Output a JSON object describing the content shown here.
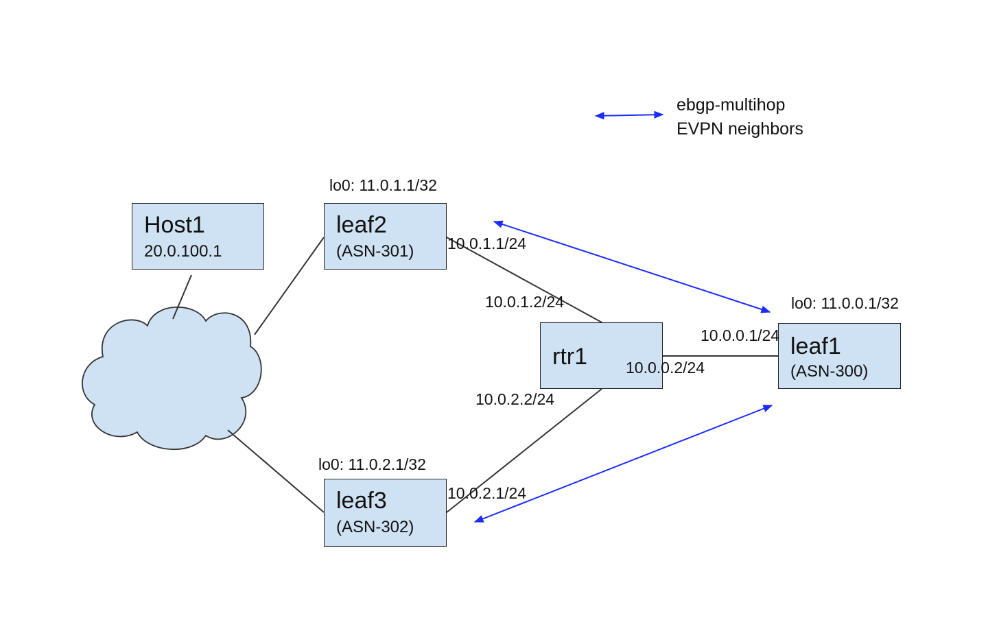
{
  "nodes": {
    "host1": {
      "name": "Host1",
      "sub": "20.0.100.1"
    },
    "leaf2": {
      "name": "leaf2",
      "sub": "(ASN-301)",
      "loopback": "lo0: 11.0.1.1/32"
    },
    "leaf3": {
      "name": "leaf3",
      "sub": "(ASN-302)",
      "loopback": "lo0: 11.0.2.1/32"
    },
    "rtr1": {
      "name": "rtr1"
    },
    "leaf1": {
      "name": "leaf1",
      "sub": "(ASN-300)",
      "loopback": "lo0: 11.0.0.1/32"
    }
  },
  "links": {
    "leaf2_rtr1": {
      "leaf2_ip": "10.0.1.1/24",
      "rtr1_ip": "10.0.1.2/24"
    },
    "leaf3_rtr1": {
      "leaf3_ip": "10.0.2.1/24",
      "rtr1_ip": "10.0.2.2/24"
    },
    "rtr1_leaf1": {
      "rtr1_ip": "10.0.0.2/24",
      "leaf1_ip": "10.0.0.1/24"
    }
  },
  "legend": {
    "line1": "ebgp-multihop",
    "line2": "EVPN neighbors",
    "arrow_color": "#1a2cff"
  },
  "colors": {
    "node_fill": "#cfe2f3",
    "cloud_fill": "#cfe2f3",
    "line": "#333333"
  }
}
